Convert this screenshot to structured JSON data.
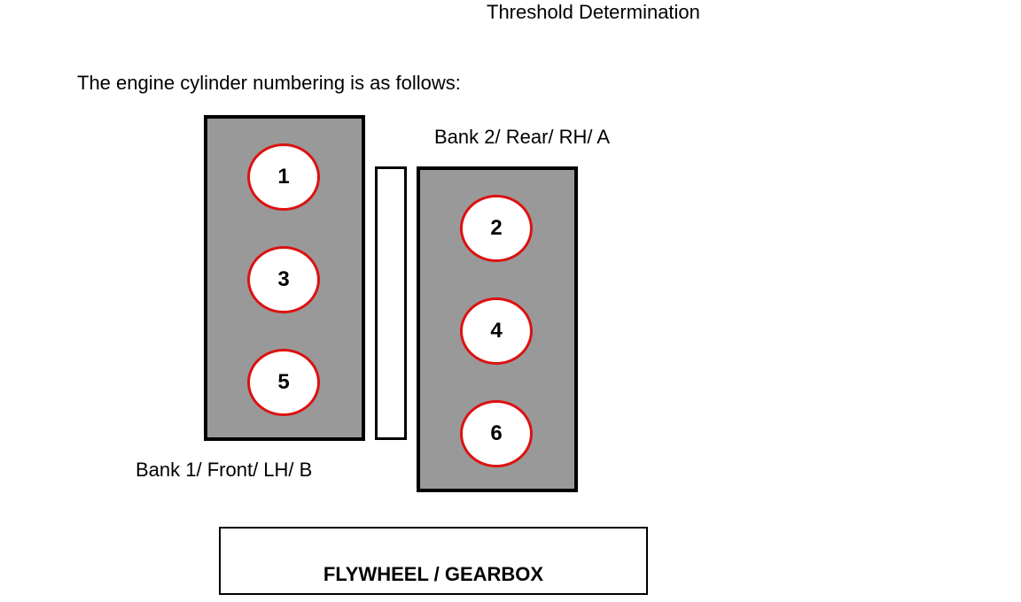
{
  "document": {
    "title": "Threshold Determination",
    "intro": "The engine cylinder numbering is as follows:"
  },
  "diagram": {
    "bank1": {
      "label": "Bank 1/ Front/ LH/ B",
      "cylinders": [
        "1",
        "3",
        "5"
      ]
    },
    "bank2": {
      "label": "Bank 2/ Rear/ RH/ A",
      "cylinders": [
        "2",
        "4",
        "6"
      ]
    },
    "flywheel_label": "FLYWHEEL / GEARBOX"
  },
  "colors": {
    "bank_fill": "#999999",
    "cylinder_border": "#dd1111",
    "outline": "#000000"
  }
}
